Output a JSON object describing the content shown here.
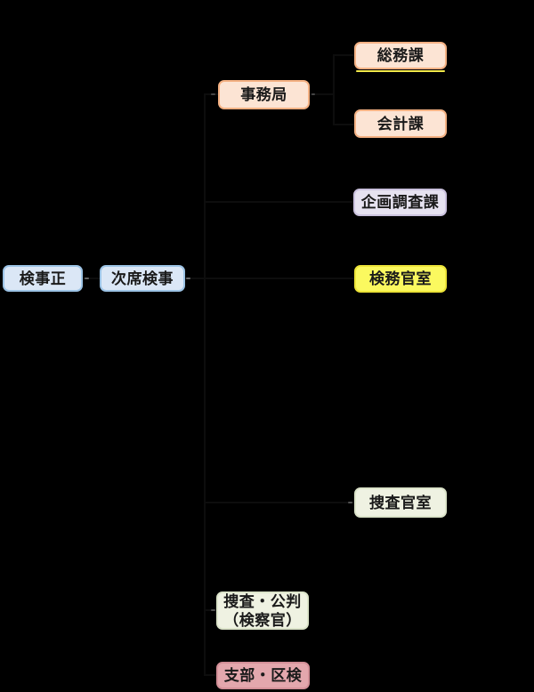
{
  "canvas": {
    "background": "#000000",
    "text_color": "#1A1A1A"
  },
  "nodes": [
    {
      "id": "kenjisei",
      "label": "検事正",
      "fill": "#DBE7F6",
      "border": "#9CC3E5"
    },
    {
      "id": "jiseki-kenji",
      "label": "次席検事",
      "fill": "#DBE7F6",
      "border": "#9CC3E5"
    },
    {
      "id": "jimukyoku",
      "label": "事務局",
      "fill": "#FCE4D4",
      "border": "#F4B183"
    },
    {
      "id": "soumuka",
      "label": "総務課",
      "fill": "#FCE4D4",
      "border": "#F4B183"
    },
    {
      "id": "kaikeika",
      "label": "会計課",
      "fill": "#FCE4D4",
      "border": "#F4B183"
    },
    {
      "id": "kikaku-chousaka",
      "label": "企画調査課",
      "fill": "#E6E2F0",
      "border": "#CBC2DE"
    },
    {
      "id": "kenmu-kanshitsu",
      "label": "検務官室",
      "fill": "#FBF95F",
      "border": "#EDE438"
    },
    {
      "id": "sousa-kanshitsu",
      "label": "捜査官室",
      "fill": "#EFF2E2",
      "border": "#DCE4CA"
    },
    {
      "id": "sousa-kouhan",
      "label": "捜査・公判\n（検察官）",
      "fill": "#EFF2E2",
      "border": "#DCE4CA"
    },
    {
      "id": "shibu-kuken",
      "label": "支部・区検",
      "fill": "#E3A7AD",
      "border": "#D28F97"
    }
  ],
  "artifact": {
    "soumuka_underline_color": "#F3E94A"
  }
}
